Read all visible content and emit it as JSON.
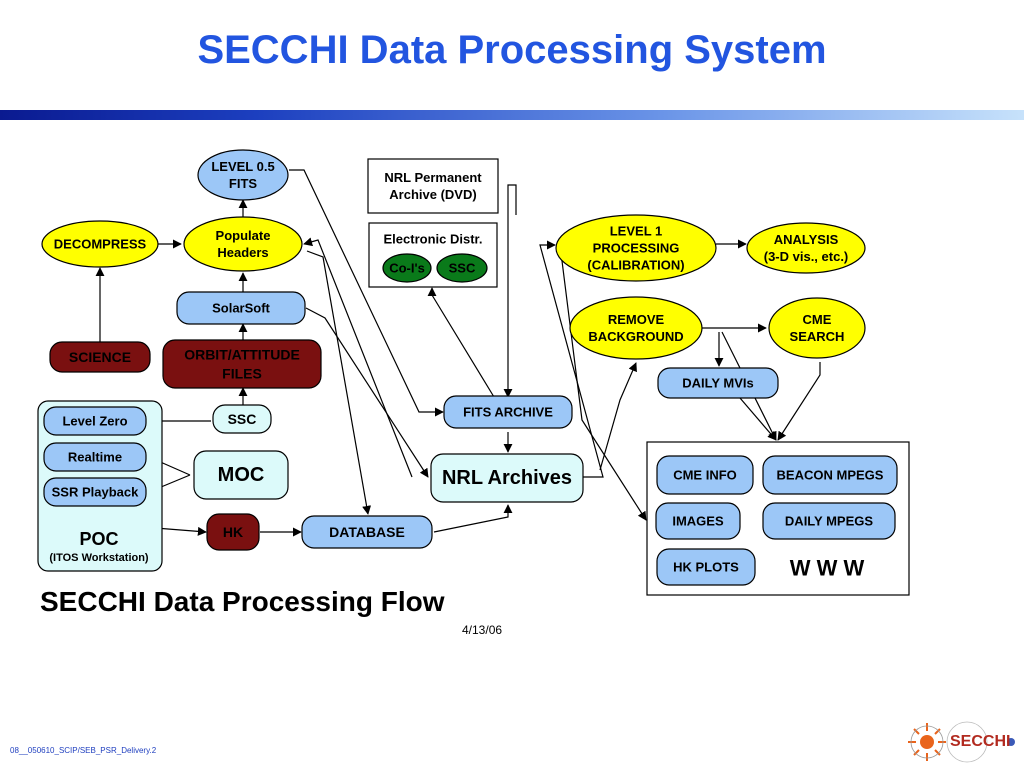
{
  "title": "SECCHI Data Processing System",
  "diagram": {
    "nodes": {
      "level05": [
        "LEVEL 0.5",
        "FITS"
      ],
      "decompress": [
        "DECOMPRESS"
      ],
      "populate": [
        "Populate",
        "Headers"
      ],
      "solarsoft": [
        "SolarSoft"
      ],
      "science": [
        "SCIENCE"
      ],
      "orbit": [
        "ORBIT/ATTITUDE",
        "FILES"
      ],
      "ssc_poc": [
        "SSC"
      ],
      "level_zero": [
        "Level Zero"
      ],
      "realtime": [
        "Realtime"
      ],
      "ssr_playback": [
        "SSR Playback"
      ],
      "poc": [
        "POC"
      ],
      "poc_sub": [
        "(ITOS Workstation)"
      ],
      "moc": [
        "MOC"
      ],
      "hk": [
        "HK"
      ],
      "database": [
        "DATABASE"
      ],
      "nrl_permanent": [
        "NRL Permanent",
        "Archive (DVD)"
      ],
      "electronic": [
        "Electronic Distr."
      ],
      "coi": [
        "Co-I's"
      ],
      "ssc_green": [
        "SSC"
      ],
      "fits_archive": [
        "FITS ARCHIVE"
      ],
      "nrl_archives": [
        "NRL Archives"
      ],
      "level1": [
        "LEVEL 1",
        "PROCESSING",
        "(CALIBRATION)"
      ],
      "analysis": [
        "ANALYSIS",
        "(3-D vis., etc.)"
      ],
      "remove_bg": [
        "REMOVE",
        "BACKGROUND"
      ],
      "cme_search": [
        "CME",
        "SEARCH"
      ],
      "daily_mvis": [
        "DAILY MVIs"
      ],
      "cme_info": [
        "CME INFO"
      ],
      "beacon": [
        "BEACON MPEGS"
      ],
      "images": [
        "IMAGES"
      ],
      "daily_mpegs": [
        "DAILY MPEGS"
      ],
      "hk_plots": [
        "HK PLOTS"
      ],
      "www": [
        "W W W"
      ]
    },
    "colors": {
      "yellow": "#ffff00",
      "light_blue": "#9cc7f7",
      "pale_cyan": "#dcfafa",
      "dark_red": "#7a1010",
      "green": "#0a7a1a",
      "outline": "#000000"
    }
  },
  "flow_title": "SECCHI Data Processing Flow",
  "date": "4/13/06",
  "footer": "08__050610_SCIP/SEB_PSR_Delivery.2",
  "logo": {
    "text": "SECCHI",
    "icon": "sun-logo-icon"
  }
}
